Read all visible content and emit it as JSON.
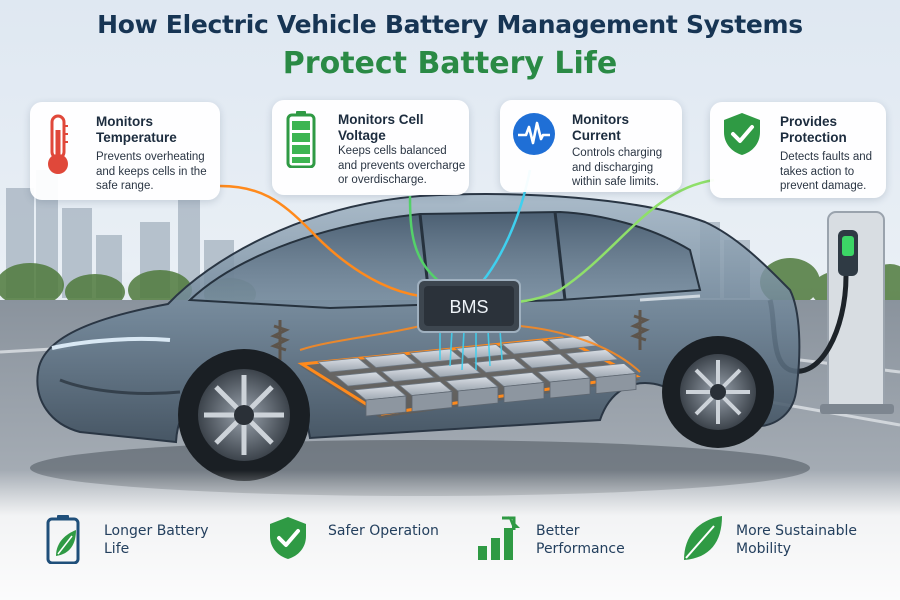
{
  "header": {
    "title_line1": "How Electric Vehicle Battery Management Systems",
    "title_line2": "Protect Battery Life"
  },
  "cards": {
    "temperature": {
      "icon": "thermometer-icon",
      "title": "Monitors Temperature",
      "description": "Prevents overheating and keeps cells in the safe range."
    },
    "voltage": {
      "icon": "battery-icon",
      "title": "Monitors Cell Voltage",
      "description": "Keeps cells balanced and prevents overcharge or overdischarge."
    },
    "current": {
      "icon": "waveform-icon",
      "title": "Monitors Current",
      "description": "Controls charging and discharging within safe limits."
    },
    "protection": {
      "icon": "shield-check-icon",
      "title": "Provides Protection",
      "description": "Detects faults and takes action to prevent damage."
    }
  },
  "bms": {
    "label": "BMS"
  },
  "benefits": {
    "battery_life": {
      "icon": "battery-leaf-icon",
      "label": "Longer Battery Life"
    },
    "safety": {
      "icon": "shield-check-icon",
      "label": "Safer Operation"
    },
    "performance": {
      "icon": "bar-chart-arrow-icon",
      "label": "Better Performance"
    },
    "sustainability": {
      "icon": "leaf-icon",
      "label": "More Sustainable Mobility"
    }
  },
  "colors": {
    "title_dark": "#173554",
    "title_green": "#2a8a45",
    "line_orange": "#ff8a1c",
    "line_green": "#54d16a",
    "line_cyan": "#3fd0ef",
    "line_lime": "#8fe06a",
    "charger_glow": "#3cd666"
  }
}
